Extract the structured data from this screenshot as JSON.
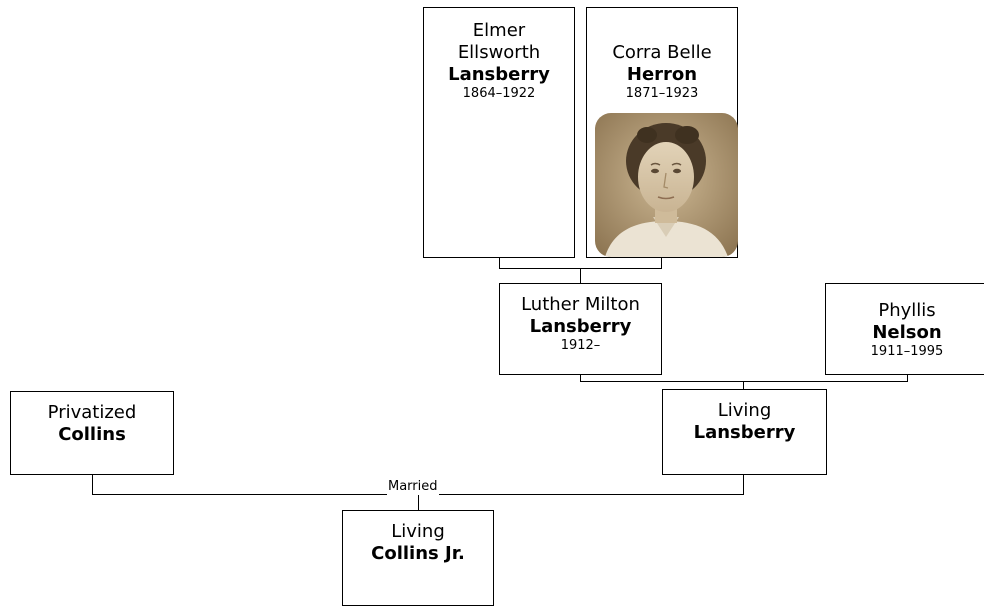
{
  "people": {
    "elmer": {
      "given_line1": "Elmer",
      "given_line2": "Ellsworth",
      "surname": "Lansberry",
      "dates": "1864–1922"
    },
    "corra": {
      "given": "Corra Belle",
      "surname": "Herron",
      "dates": "1871–1923",
      "photo_icon": "portrait-photo"
    },
    "luther": {
      "given": "Luther Milton",
      "surname": "Lansberry",
      "dates": "1912–"
    },
    "phyllis": {
      "given": "Phyllis",
      "surname": "Nelson",
      "dates": "1911–1995"
    },
    "privatized": {
      "given": "Privatized",
      "surname": "Collins"
    },
    "living_lansberry": {
      "given": "Living",
      "surname": "Lansberry"
    },
    "living_collins": {
      "given": "Living",
      "surname": "Collins Jr."
    }
  },
  "marriage_label": "Married",
  "colors": {
    "box_border": "#000000",
    "line": "#000000",
    "photo_sepia": "#b49a72"
  }
}
